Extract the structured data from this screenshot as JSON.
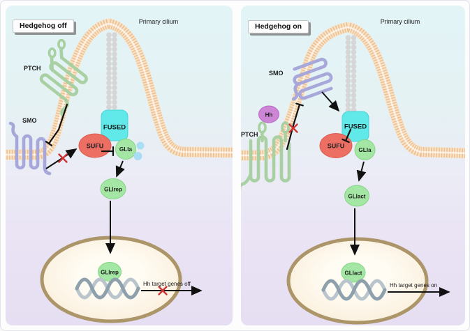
{
  "panels": {
    "off": {
      "badge": "Hedgehog off",
      "cilium": "Primary cilium",
      "ptch": "PTCH",
      "smo": "SMO",
      "fused": "FUSED",
      "sufu": "SUFU",
      "glia": "GLIa",
      "gli_cyto": "GLIrep",
      "gli_nuc": "GLIrep",
      "genes": "Hh target genes off"
    },
    "on": {
      "badge": "Hedgehog on",
      "cilium": "Primary cilium",
      "smo": "SMO",
      "hh": "Hh",
      "ptch": "PTCH",
      "fused": "FUSED",
      "sufu": "SUFU",
      "glia": "GLIa",
      "gli_cyto": "GLIact",
      "gli_nuc": "GLIact",
      "genes": "Hh target genes on"
    }
  },
  "colors": {
    "membrane": "#edbd90",
    "axoneme": "#d6d6d6",
    "fused": "#61e8e8",
    "fused_edge": "#45d4d8",
    "sufu": "#ed6f64",
    "sufu_edge": "#dd5a50",
    "gli": "#a4e7a4",
    "gli_edge": "#84d486",
    "hh": "#cd85d5",
    "hh_edge": "#b669c2",
    "ptch": "#a8d0a2",
    "smo": "#a7a7da",
    "phosphate": "#a9ddf4",
    "nucleus_border": "#ab9569",
    "nucleus_fill": "#fbf1de",
    "dna_dark": "#8fa0ad",
    "dna_light": "#b9c4cd",
    "red_x": "#cc3333",
    "bg_top": "#e2f4f6",
    "bg_bottom": "#e6def2"
  }
}
